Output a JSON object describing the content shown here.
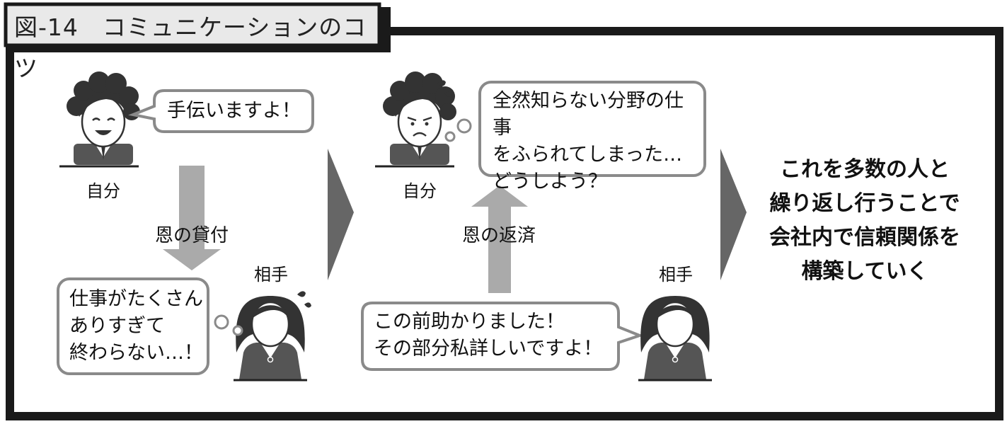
{
  "figure": {
    "title": "図-14　コミュニケーションのコツ"
  },
  "panel1": {
    "self_label": "自分",
    "self_speech": "手伝いますよ！",
    "arrow_label": "恩の貸付",
    "partner_label": "相手",
    "partner_thought": "仕事がたくさん\nありすぎて\n終わらない…！"
  },
  "panel2": {
    "self_label": "自分",
    "self_thought": "全然知らない分野の仕事\nをふられてしまった…\nどうしよう？",
    "arrow_label": "恩の返済",
    "partner_label": "相手",
    "partner_speech": "この前助かりました！\nその部分私詳しいですよ！"
  },
  "conclusion": {
    "text": "これを多数の人と\n繰り返し行うことで\n会社内で信頼関係を\n構築していく"
  },
  "colors": {
    "frame": "#1a1a1a",
    "title_bg": "#e9e9e9",
    "arrow_gray": "#aaaaaa",
    "chevron_gray": "#666666",
    "bubble_border": "#8a8a8a",
    "hair": "#333333",
    "suit": "#555555"
  }
}
